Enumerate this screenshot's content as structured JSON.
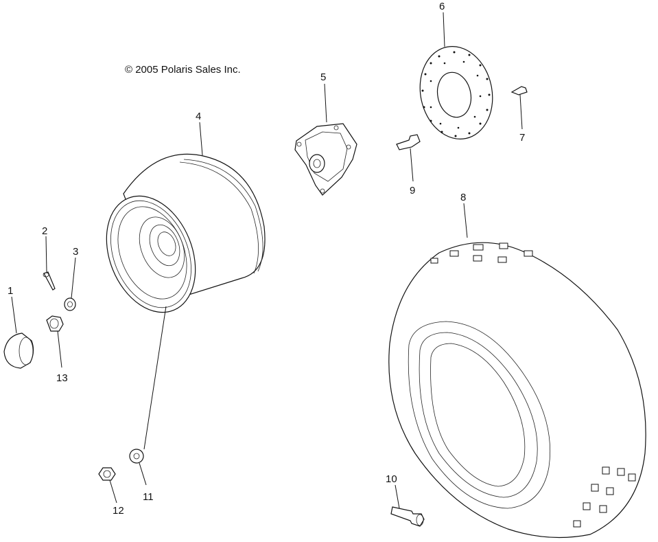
{
  "copyright": "© 2005 Polaris Sales Inc.",
  "callouts": {
    "c1": "1",
    "c2": "2",
    "c3": "3",
    "c4": "4",
    "c5": "5",
    "c6": "6",
    "c7": "7",
    "c8": "8",
    "c9": "9",
    "c10": "10",
    "c11": "11",
    "c12": "12",
    "c13": "13"
  },
  "parts": [
    {
      "number": "1",
      "icon": "hub-cap-icon"
    },
    {
      "number": "2",
      "icon": "cotter-pin-icon"
    },
    {
      "number": "3",
      "icon": "washer-icon"
    },
    {
      "number": "4",
      "icon": "wheel-rim-icon"
    },
    {
      "number": "5",
      "icon": "wheel-hub-icon"
    },
    {
      "number": "6",
      "icon": "brake-disc-icon"
    },
    {
      "number": "7",
      "icon": "bolt-icon"
    },
    {
      "number": "8",
      "icon": "tire-icon"
    },
    {
      "number": "9",
      "icon": "bolt-icon"
    },
    {
      "number": "10",
      "icon": "valve-stem-icon"
    },
    {
      "number": "11",
      "icon": "washer-icon"
    },
    {
      "number": "12",
      "icon": "lug-nut-icon"
    },
    {
      "number": "13",
      "icon": "castle-nut-icon"
    }
  ]
}
